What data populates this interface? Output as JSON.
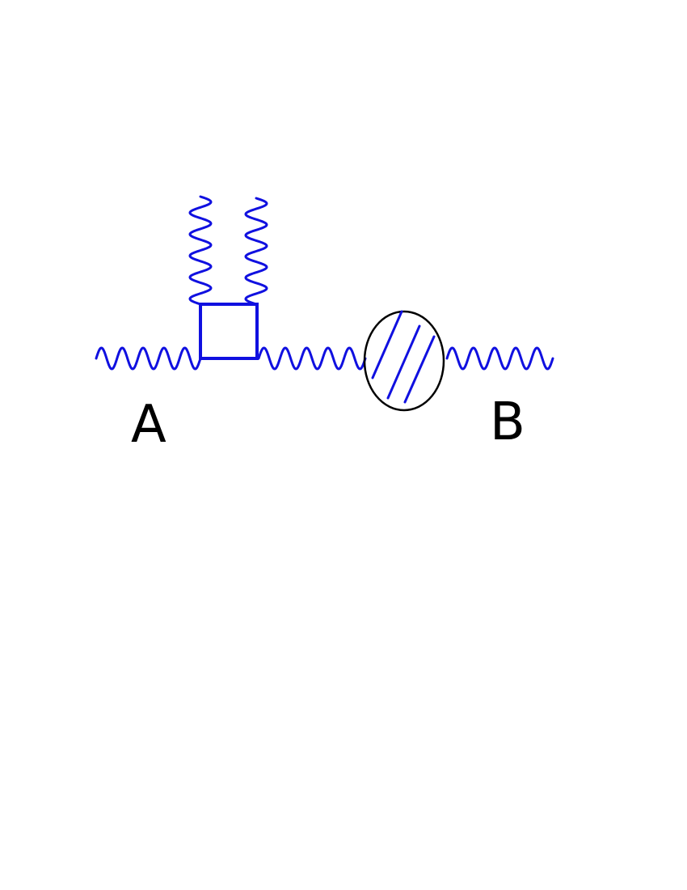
{
  "diagram": {
    "labels": {
      "left_end": "A",
      "right_end": "B"
    },
    "colors": {
      "propagator": "#1010e0",
      "blob_outline": "#000000",
      "blob_hatch": "#1010e0",
      "label": "#000000",
      "background": "#ffffff"
    },
    "elements": {
      "vertex_shape": "square",
      "blob_shape": "hatched-ellipse",
      "line_style": "wavy"
    }
  }
}
